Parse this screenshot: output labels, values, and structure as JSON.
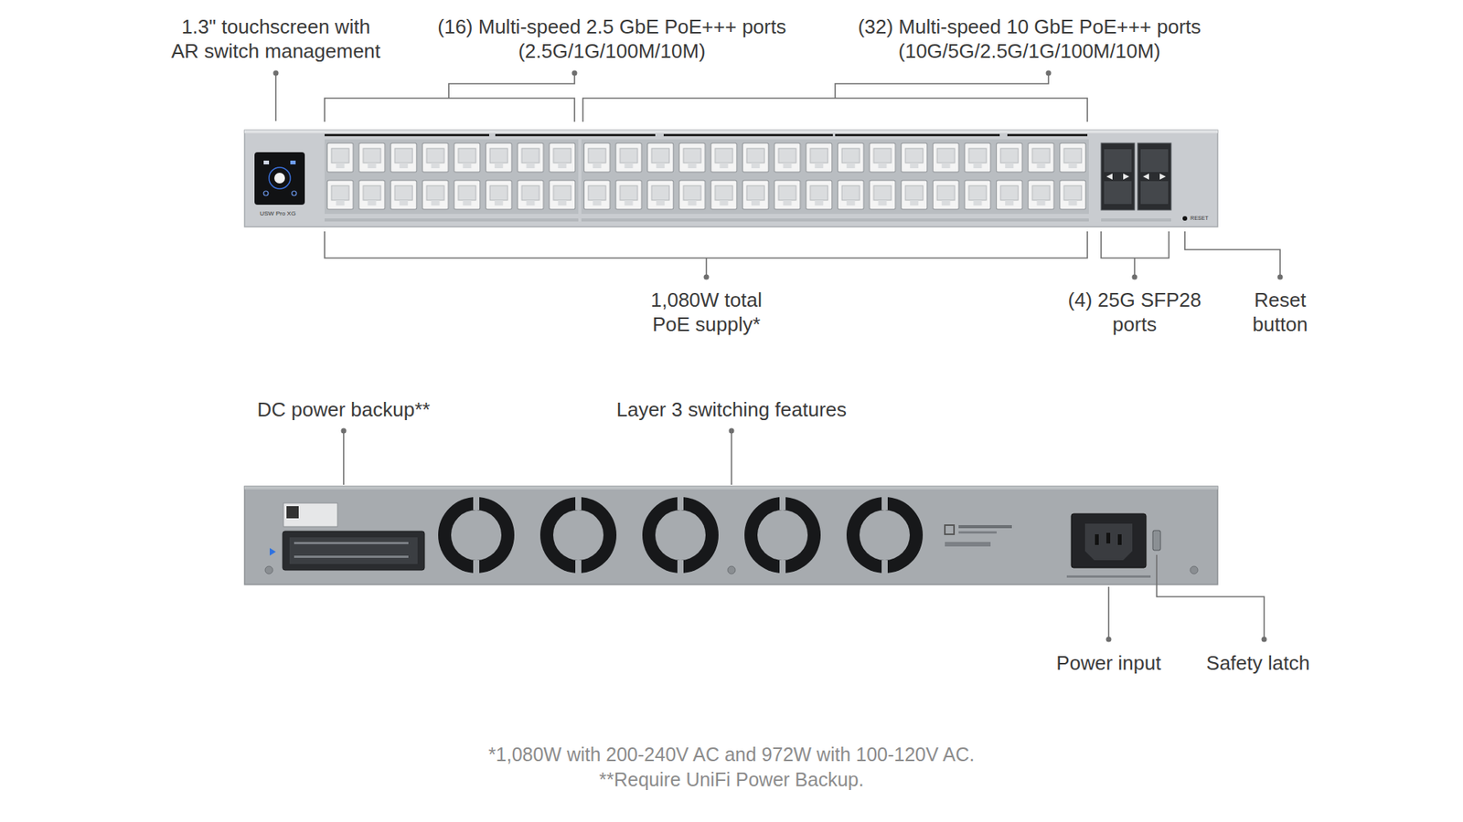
{
  "diagram": {
    "labels": [
      "1.3\" touchscreen with AR switch management",
      "(16) Multi-speed 2.5 GbE PoE+++ ports (2.5G/1G/100M/10M)",
      "(32) Multi-speed 10 GbE PoE+++ ports (10G/5G/2.5G/1G/100M/10M)",
      "USW Pro XG",
      "RESET",
      "1,080W total PoE supply*",
      "(4) 25G SFP28 ports",
      "Reset button",
      "DC power backup**",
      "Layer 3 switching features",
      "Power input",
      "Safety latch",
      "*1,080W with 200-240V AC and 972W with 100-120V AC.",
      "**Require UniFi Power Backup."
    ]
  }
}
